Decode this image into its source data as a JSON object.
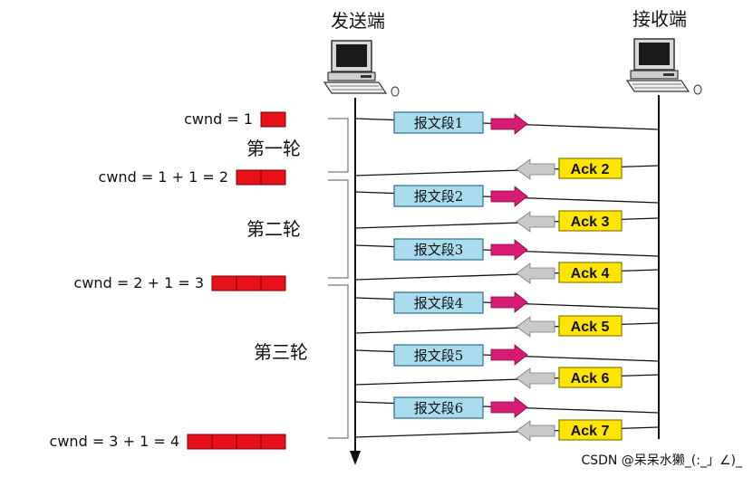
{
  "sender_title": "发送端",
  "receiver_title": "接收端",
  "rounds": [
    {
      "label": "第一轮"
    },
    {
      "label": "第二轮"
    },
    {
      "label": "第三轮"
    }
  ],
  "cwnd_labels": [
    {
      "text": "cwnd = 1",
      "blocks": 1
    },
    {
      "text": "cwnd = 1 + 1 = 2",
      "blocks": 2
    },
    {
      "text": "cwnd = 2 + 1 = 3",
      "blocks": 3
    },
    {
      "text": "cwnd = 3 + 1 = 4",
      "blocks": 4
    }
  ],
  "segments": [
    "报文段1",
    "报文段2",
    "报文段3",
    "报文段4",
    "报文段5",
    "报文段6"
  ],
  "acks": [
    "Ack 2",
    "Ack 3",
    "Ack 4",
    "Ack 5",
    "Ack 6",
    "Ack 7"
  ],
  "watermark": "CSDN @呆呆水獭_(:_」∠)_",
  "colors": {
    "segment_fill": "#a8dcee",
    "segment_stroke": "#2b6f8a",
    "ack_fill": "#ffe500",
    "ack_stroke": "#8a7a00",
    "cwnd_block": "#e8101a",
    "arrow_right": "#d81b74",
    "arrow_left": "#c9c9c9"
  },
  "icons": {
    "sender": "computer-icon",
    "receiver": "computer-icon"
  }
}
